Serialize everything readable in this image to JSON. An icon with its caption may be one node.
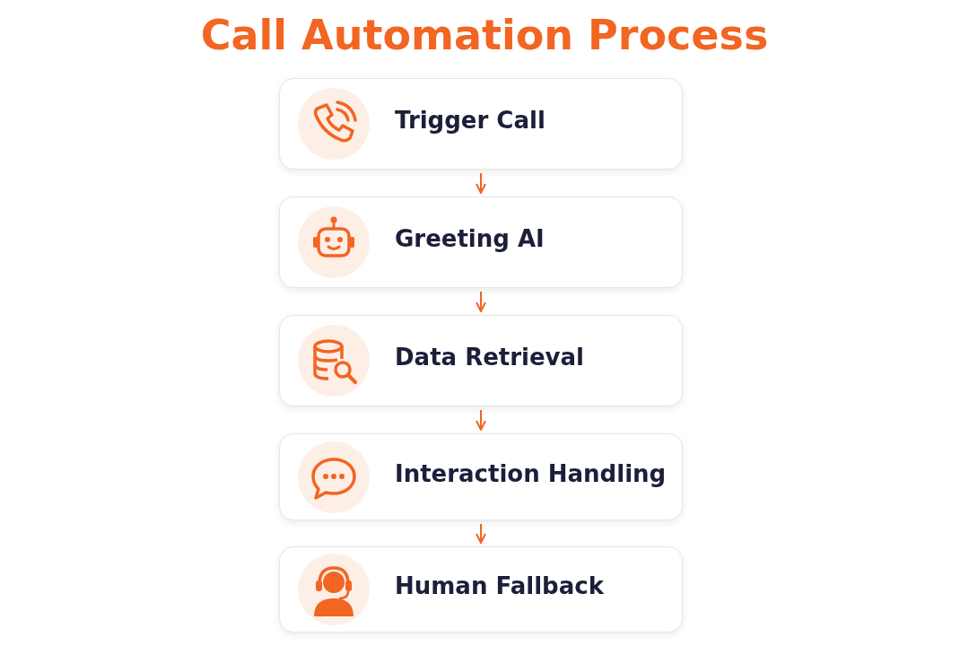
{
  "diagram": {
    "title": "Call Automation Process",
    "nodes": [
      {
        "text": [
          "Trigger Call"
        ]
      },
      {
        "text": [
          "Greeting AI"
        ]
      },
      {
        "text": [
          "Data Retrieval"
        ]
      },
      {
        "text": [
          "Interaction Handling"
        ]
      },
      {
        "text": [
          "Human Fallback"
        ]
      }
    ],
    "edges": [
      {
        "from": 0,
        "to": 1,
        "arrow": "to"
      },
      {
        "from": 1,
        "to": 2,
        "arrow": "to"
      },
      {
        "from": 2,
        "to": 3,
        "arrow": "to"
      },
      {
        "from": 3,
        "to": 4,
        "arrow": "to"
      }
    ]
  }
}
